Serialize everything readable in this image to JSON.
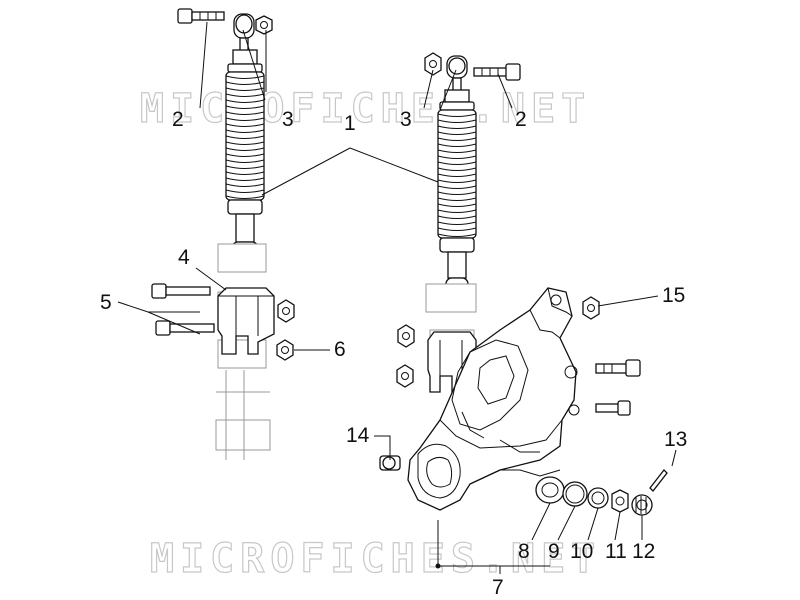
{
  "watermarks": [
    {
      "id": "wm-top",
      "text": "MICROFICHES.NET"
    },
    {
      "id": "wm-bottom",
      "text": "MICROFICHES.NET"
    }
  ],
  "callouts": [
    {
      "id": "callout-2-left",
      "text": "2"
    },
    {
      "id": "callout-3-left",
      "text": "3"
    },
    {
      "id": "callout-1",
      "text": "1"
    },
    {
      "id": "callout-3-right",
      "text": "3"
    },
    {
      "id": "callout-2-right",
      "text": "2"
    },
    {
      "id": "callout-4",
      "text": "4"
    },
    {
      "id": "callout-5",
      "text": "5"
    },
    {
      "id": "callout-6",
      "text": "6"
    },
    {
      "id": "callout-15",
      "text": "15"
    },
    {
      "id": "callout-14",
      "text": "14"
    },
    {
      "id": "callout-13",
      "text": "13"
    },
    {
      "id": "callout-8",
      "text": "8"
    },
    {
      "id": "callout-9",
      "text": "9"
    },
    {
      "id": "callout-10",
      "text": "10"
    },
    {
      "id": "callout-11",
      "text": "11"
    },
    {
      "id": "callout-12",
      "text": "12"
    },
    {
      "id": "callout-7",
      "text": "7"
    }
  ]
}
